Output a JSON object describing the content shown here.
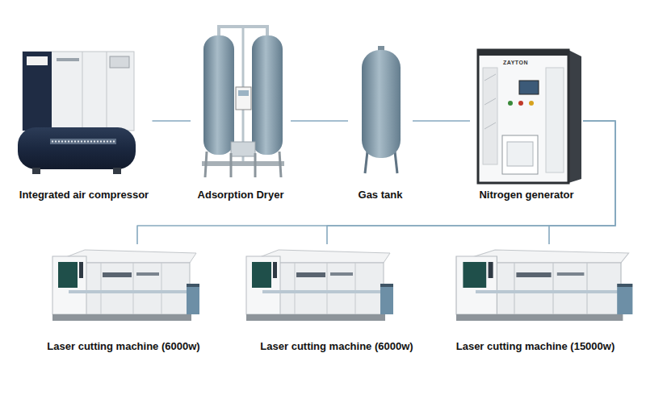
{
  "diagram": {
    "nodes": [
      {
        "text": [
          "Integrated air compressor"
        ]
      },
      {
        "text": [
          "Adsorption Dryer"
        ]
      },
      {
        "text": [
          "Gas tank"
        ]
      },
      {
        "text": [
          "Nitrogen generator"
        ]
      },
      {
        "text": [
          "Laser cutting machine (6000w)"
        ]
      },
      {
        "text": [
          "Laser cutting machine (6000w)"
        ]
      },
      {
        "text": [
          "Laser cutting machine (15000w)"
        ]
      }
    ],
    "edges": [
      {
        "from": 0,
        "to": 1,
        "arrow": "none"
      },
      {
        "from": 1,
        "to": 2,
        "arrow": "none"
      },
      {
        "from": 2,
        "to": 3,
        "arrow": "none"
      },
      {
        "from": 3,
        "to": 4,
        "arrow": "none"
      },
      {
        "from": 3,
        "to": 5,
        "arrow": "none"
      },
      {
        "from": 3,
        "to": 6,
        "arrow": "none"
      }
    ],
    "labels": [
      "ZAYTON"
    ]
  }
}
